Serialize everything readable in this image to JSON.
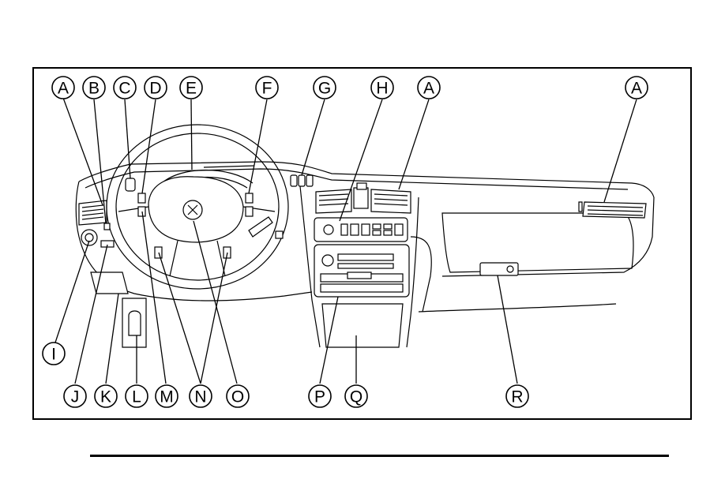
{
  "callouts": [
    "A",
    "B",
    "C",
    "D",
    "E",
    "F",
    "G",
    "H",
    "A",
    "A",
    "I",
    "J",
    "K",
    "L",
    "M",
    "N",
    "O",
    "P",
    "Q",
    "R"
  ],
  "colors": {
    "ink": "#000000",
    "background": "#ffffff"
  }
}
